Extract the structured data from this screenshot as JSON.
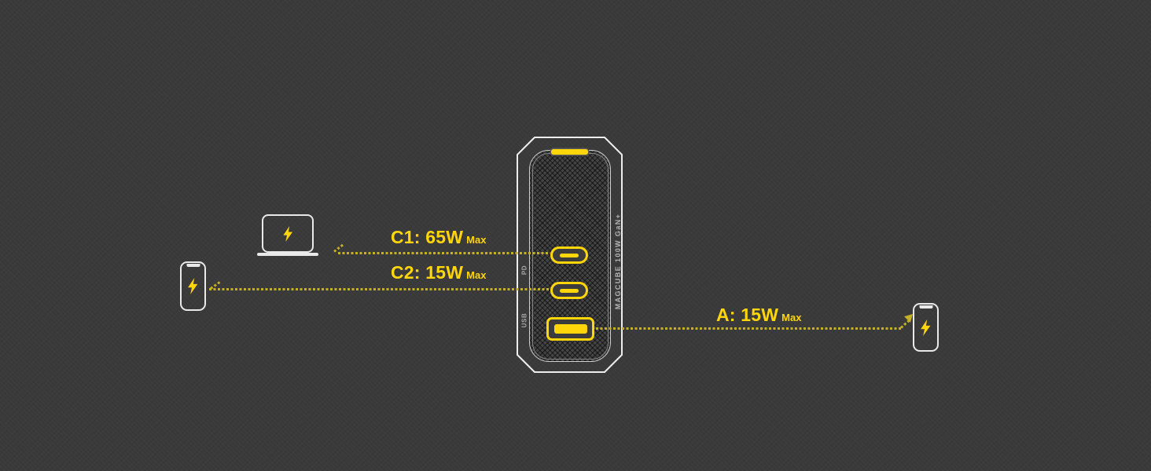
{
  "colors": {
    "background": "#3a3a3a",
    "accent": "#ffd60a",
    "dots": "#c6b024",
    "device_outline": "#e9e9e9",
    "charger_side_text": "#a8a8a8"
  },
  "charger": {
    "brand_text": "MAGCUBE 100W GaN+",
    "port_group_labels": {
      "pd": "PD",
      "usb": "USB"
    },
    "port_icons": {
      "c1": "usb-c-port",
      "c2": "usb-c-port",
      "a": "usb-a-port"
    },
    "led_icon": "status-led-strip"
  },
  "annotations": {
    "c1": {
      "text": "C1: 65W",
      "suffix": "Max"
    },
    "c2": {
      "text": "C2: 15W",
      "suffix": "Max"
    },
    "a": {
      "text": "A: 15W",
      "suffix": "Max"
    }
  },
  "devices": {
    "laptop_icon": "laptop-charging",
    "phone_left_icon": "phone-charging",
    "phone_right_icon": "phone-charging",
    "bolt_icon": "lightning-bolt"
  }
}
